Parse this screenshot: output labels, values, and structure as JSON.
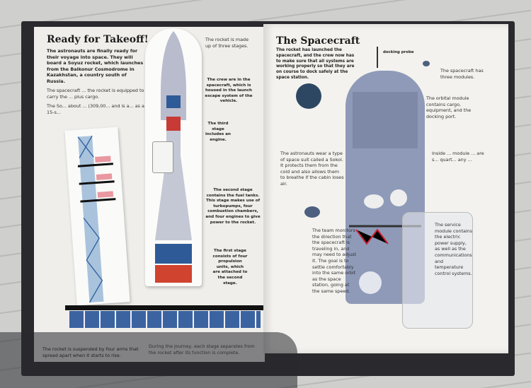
{
  "left_page": {
    "title": "Ready for Takeoff!",
    "intro": "The astronauts are finally ready for their voyage into space. They will board a Soyuz rocket, which launches from the Baikonur Cosmodrome in Kazakhstan, a country south of Russia.",
    "equipped": "The spacecraft ... the rocket is equipped to carry the ... plus cargo.",
    "soyuz_partial": "The So... about ... (309,00... and is a... as a 15-s...",
    "stages": "The rocket is made up of three stages.",
    "crew": "The crew are in the spacecraft, which is housed in the launch escape system of the vehicle.",
    "third_stage": "The third stage includes an engine.",
    "second_stage": "The second stage contains the fuel tanks. This stage makes use of turbopumps, four combustion chambers, and four engines to give power to the rocket.",
    "first_stage": "The first stage consists of four propulsion units, which are attached to the second stage.",
    "suspended": "The rocket is suspended by four arms that spread apart when it starts to rise.",
    "journey": "During the journey, each stage separates from the rocket after its function is complete."
  },
  "right_page": {
    "title": "The Spacecraft",
    "intro": "The rocket has launched the spacecraft, and the crew now has to make sure that all systems are working properly so that they are on course to dock safely at the space station.",
    "docking_probe": "docking probe",
    "modules": "The spacecraft has three modules.",
    "orbital_bold": "orbital module",
    "orbital": "The orbital module contains cargo, equipment, and the docking port.",
    "inside_partial": "Inside ... module ... are s... quart... any ...",
    "sokol": "The astronauts wear a type of space suit called a Sokol. It protects them from the cold and also allows them to breathe if the cabin loses air.",
    "monitors": "The team monitors the direction that the spacecraft is traveling in, and may need to adjust it. The goal is to settle comfortably into the same orbit as the space station, going at the same speed.",
    "service": "The service module contains the electric power supply, as well as the communications and temperature control systems."
  }
}
